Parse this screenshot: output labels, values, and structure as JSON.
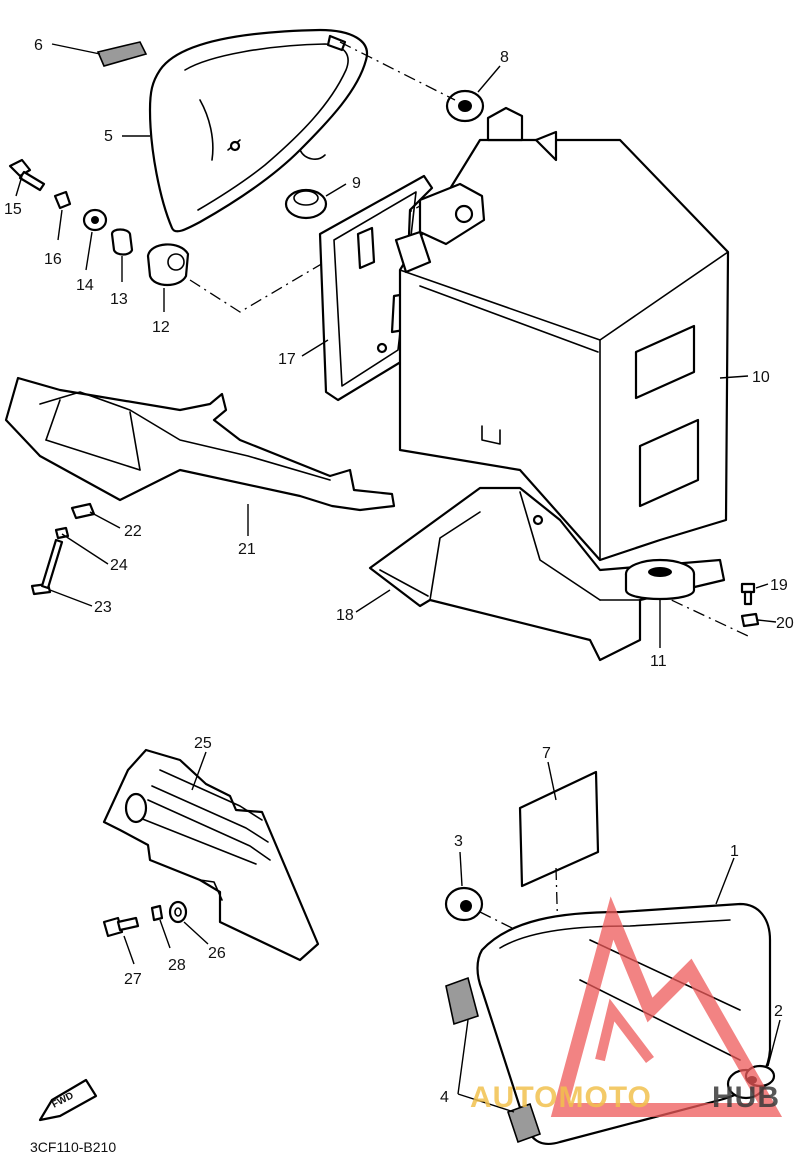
{
  "diagram_code": "3CF110-B210",
  "fwd_label": "FWD",
  "watermark": {
    "text_left": "AUTOMOTO",
    "text_right": "HUB",
    "color_main": "#ee5a5a",
    "color_text_left": "#f2c14e",
    "color_text_right": "#3a3a3a"
  },
  "callouts": [
    "1",
    "2",
    "3",
    "4",
    "5",
    "6",
    "7",
    "8",
    "9",
    "10",
    "11",
    "12",
    "13",
    "14",
    "15",
    "16",
    "17",
    "18",
    "19",
    "20",
    "21",
    "22",
    "23",
    "24",
    "25",
    "26",
    "27",
    "28"
  ],
  "colors": {
    "line": "#000000",
    "background": "#ffffff"
  }
}
